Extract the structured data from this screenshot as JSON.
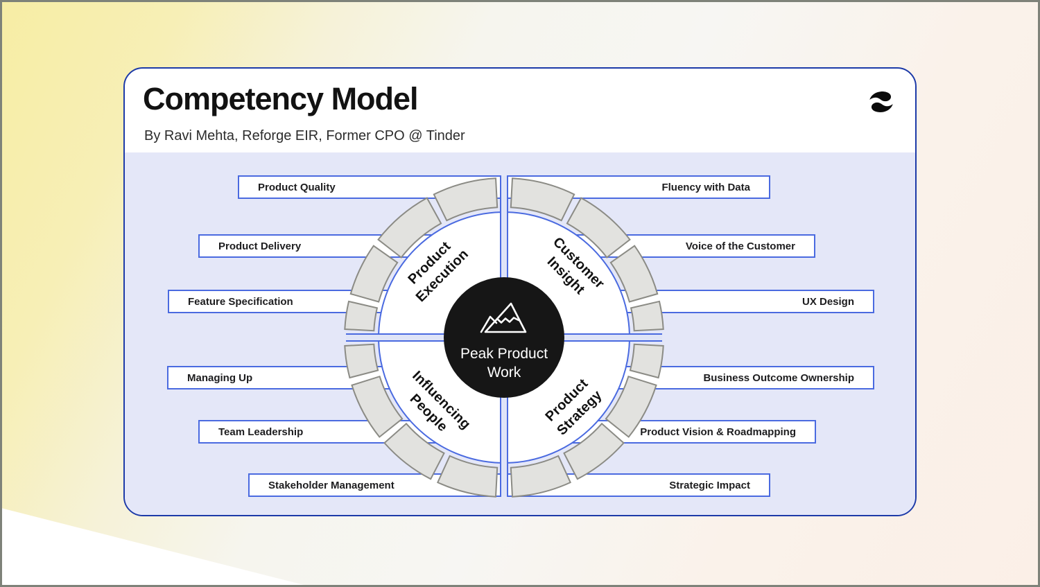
{
  "header": {
    "title": "Competency Model",
    "subtitle": "By Ravi Mehta, Reforge EIR, Former CPO @ Tinder",
    "logo": "reforge-logo"
  },
  "center": {
    "icon": "mountain-icon",
    "line1": "Peak Product",
    "line2": "Work"
  },
  "quadrants": [
    {
      "id": "product-execution",
      "line1": "Product",
      "line2": "Execution"
    },
    {
      "id": "customer-insight",
      "line1": "Customer",
      "line2": "Insight"
    },
    {
      "id": "influencing-people",
      "line1": "Influencing",
      "line2": "People"
    },
    {
      "id": "product-strategy",
      "line1": "Product",
      "line2": "Strategy"
    }
  ],
  "competencies": {
    "left": [
      {
        "label": "Product Quality"
      },
      {
        "label": "Product Delivery"
      },
      {
        "label": "Feature Specification"
      },
      {
        "label": "Managing Up"
      },
      {
        "label": "Team Leadership"
      },
      {
        "label": "Stakeholder Management"
      }
    ],
    "right": [
      {
        "label": "Fluency with Data"
      },
      {
        "label": "Voice of the Customer"
      },
      {
        "label": "UX Design"
      },
      {
        "label": "Business Outcome Ownership"
      },
      {
        "label": "Product Vision & Roadmapping"
      },
      {
        "label": "Strategic Impact"
      }
    ]
  },
  "colors": {
    "accent_blue": "#4a6ae0",
    "card_border_navy": "#1c3aa8",
    "diagram_lavender": "#e4e7f8",
    "ring_fill": "#e2e2df",
    "ring_stroke": "#8b8b85",
    "hub_black": "#161616",
    "background_yellow": "#f7eda4",
    "background_peach": "#fbefe7"
  }
}
